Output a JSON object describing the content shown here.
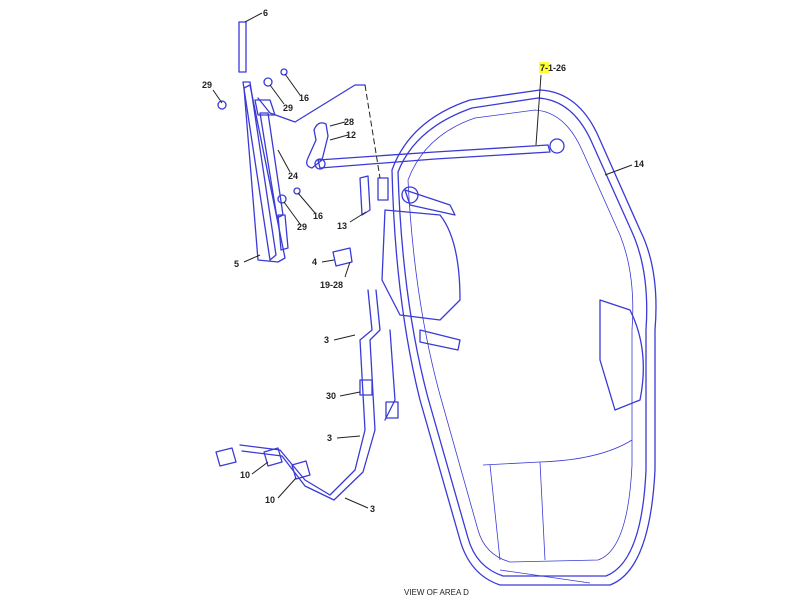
{
  "diagram": {
    "caption": "VIEW OF AREA D",
    "highlight_color": "#ffff33",
    "line_color": "#3a3ad6",
    "highlighted_label": {
      "highlighted_part": "7-",
      "rest": "1-26"
    },
    "labels": {
      "l6": "6",
      "l29a": "29",
      "l29b": "29",
      "l16a": "16",
      "l28": "28",
      "l12": "12",
      "l24": "24",
      "l16b": "16",
      "l29c": "29",
      "l13": "13",
      "l5": "5",
      "l4": "4",
      "l19_28": "19-28",
      "l14": "14",
      "l3a": "3",
      "l30": "30",
      "l3b": "3",
      "l10a": "10",
      "l10b": "10",
      "l3c": "3"
    }
  }
}
